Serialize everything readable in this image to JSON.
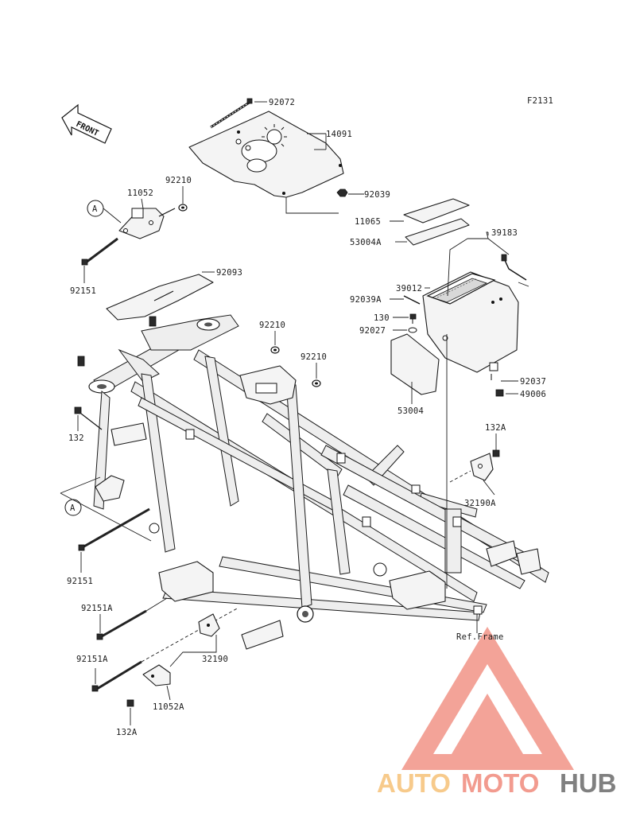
{
  "figure_code": "F2131",
  "front_arrow": "FRONT",
  "ref_frame": "Ref.Frame",
  "callouts": {
    "c92072": "92072",
    "c14091": "14091",
    "c92039": "92039",
    "c11065": "11065",
    "c53004A": "53004A",
    "c39183": "39183",
    "c39012": "39012",
    "c92039A": "92039A",
    "c130": "130",
    "c92027": "92027",
    "c53004": "53004",
    "c92037": "92037",
    "c49006": "49006",
    "c132A_top": "132A",
    "c32190A": "32190A",
    "c92210_a": "92210",
    "c11052": "11052",
    "c92151_top": "92151",
    "c92093": "92093",
    "c92210_b": "92210",
    "c92210_c": "92210",
    "c132": "132",
    "c92151_mid": "92151",
    "c92151A_a": "92151A",
    "c92151A_b": "92151A",
    "c32190": "32190",
    "c11052A": "11052A",
    "c132A_bottom": "132A"
  },
  "ref_marker_a": "A",
  "watermark": {
    "part1": "AUTO",
    "part2": "MOTO",
    "part3": "HUB",
    "color1": "#f6c177",
    "color2": "#f08a7c",
    "color3": "#6b6b6b",
    "logo_color": "#f08a7c"
  }
}
